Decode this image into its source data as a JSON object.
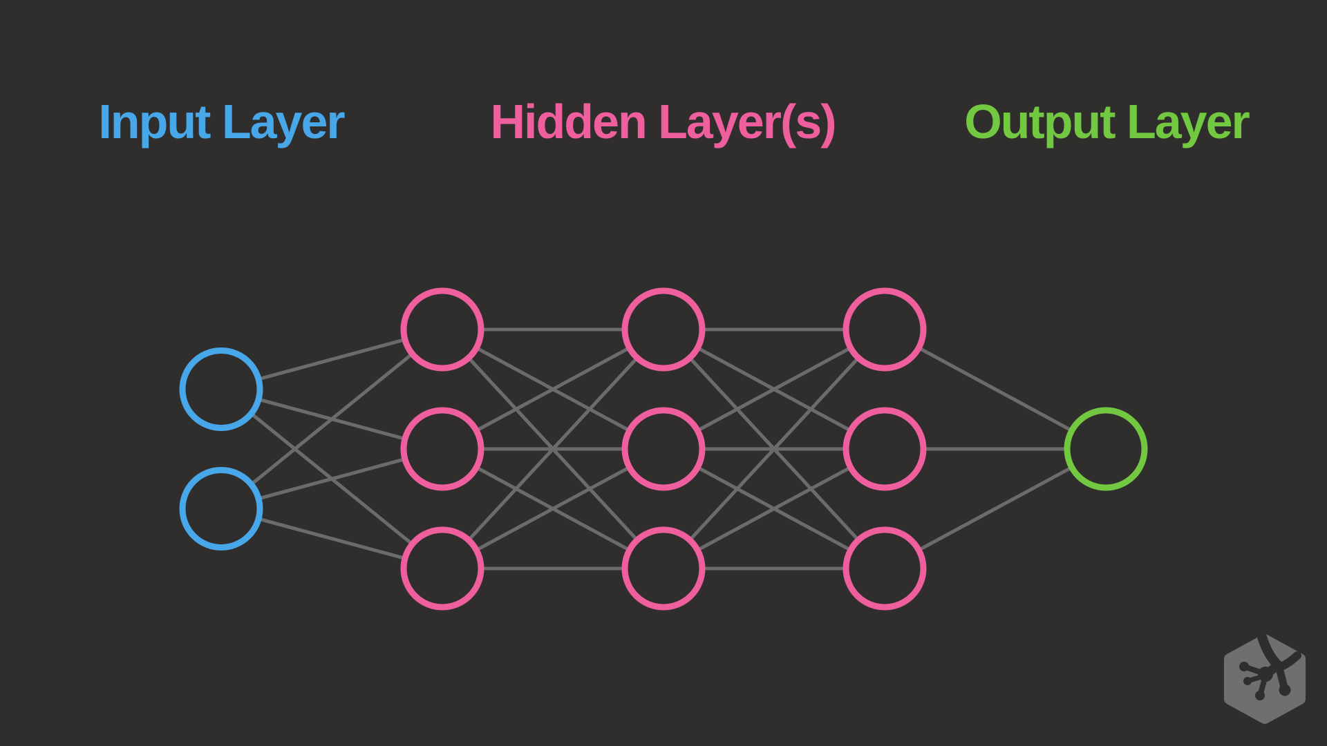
{
  "slide": {
    "kind": "neural-network-diagram"
  },
  "headers": [
    {
      "text": "Input Layer",
      "color": "#48A7E8"
    },
    {
      "text": "Hidden Layer(s)",
      "color": "#EF5F9E"
    },
    {
      "text": "Output Layer",
      "color": "#72C840"
    }
  ],
  "network": {
    "fully_connected": true,
    "layers": [
      {
        "id": "input",
        "type": "input",
        "color": "#48A7E8",
        "node_count": 2
      },
      {
        "id": "hidden-1",
        "type": "hidden",
        "color": "#EF5F9E",
        "node_count": 3
      },
      {
        "id": "hidden-2",
        "type": "hidden",
        "color": "#EF5F9E",
        "node_count": 3
      },
      {
        "id": "hidden-3",
        "type": "hidden",
        "color": "#EF5F9E",
        "node_count": 3
      },
      {
        "id": "output",
        "type": "output",
        "color": "#72C840",
        "node_count": 1
      }
    ]
  },
  "colors": {
    "background": "#2F2E2D",
    "line": "#6B6B6B",
    "logo": "#6F6F6F",
    "input_accent": "#48A7E8",
    "hidden_accent": "#EF5F9E",
    "output_accent": "#72C840"
  },
  "icons": {
    "brand_logo": "treehouse-hexagon-gecko-foot-badge"
  }
}
